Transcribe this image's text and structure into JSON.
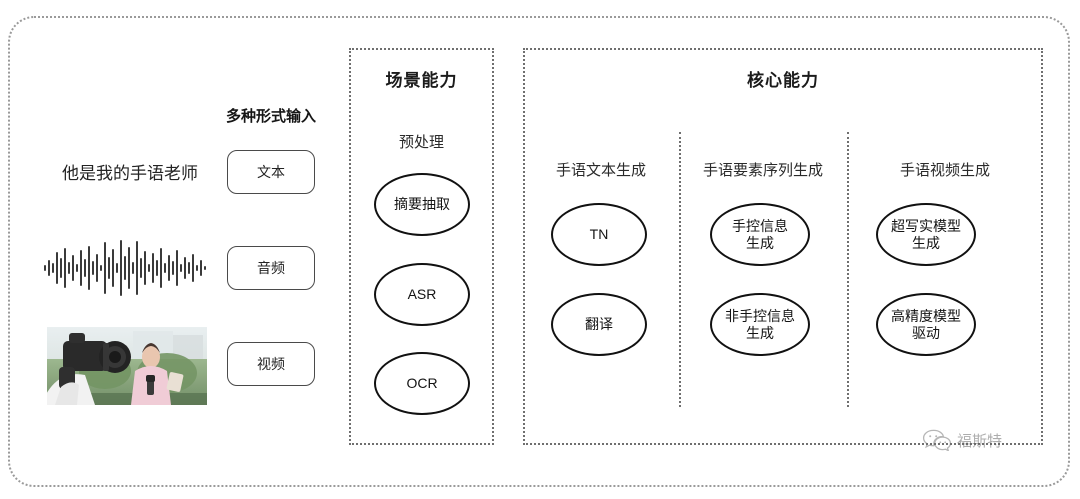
{
  "diagram": {
    "input_section": {
      "heading": "多种形式输入",
      "sample_sentence": "他是我的手语老师",
      "chips": [
        {
          "label": "文本",
          "name": "chip-text"
        },
        {
          "label": "音频",
          "name": "chip-audio"
        },
        {
          "label": "视频",
          "name": "chip-video"
        }
      ],
      "waveform_icon": "audio-waveform-icon",
      "video_thumbnail_icon": "video-thumbnail-cameraman-reporter"
    },
    "scene_panel": {
      "title": "场景能力",
      "subtitle": "预处理",
      "nodes": [
        {
          "label": "摘要抽取"
        },
        {
          "label": "ASR"
        },
        {
          "label": "OCR"
        }
      ]
    },
    "core_panel": {
      "title": "核心能力",
      "columns": [
        {
          "header": "手语文本生成",
          "nodes": [
            {
              "label": "TN"
            },
            {
              "label": "翻译"
            }
          ]
        },
        {
          "header": "手语要素序列生成",
          "nodes": [
            {
              "label": "手控信息\n生成"
            },
            {
              "label": "非手控信息\n生成"
            }
          ]
        },
        {
          "header": "手语视频生成",
          "nodes": [
            {
              "label": "超写实模型\n生成"
            },
            {
              "label": "高精度模型\n驱动"
            }
          ]
        }
      ]
    },
    "watermark": {
      "text": "福斯特",
      "icon": "wechat-bubbles-icon"
    },
    "colors": {
      "frame_dotted": "#6f6f6f",
      "outer_frame_dotted": "#9a9a9a",
      "node_stroke": "#111111",
      "chip_stroke": "#4a4a4a",
      "text": "#1a1a1a",
      "watermark_text": "#5d5d5d",
      "background": "#ffffff"
    }
  }
}
